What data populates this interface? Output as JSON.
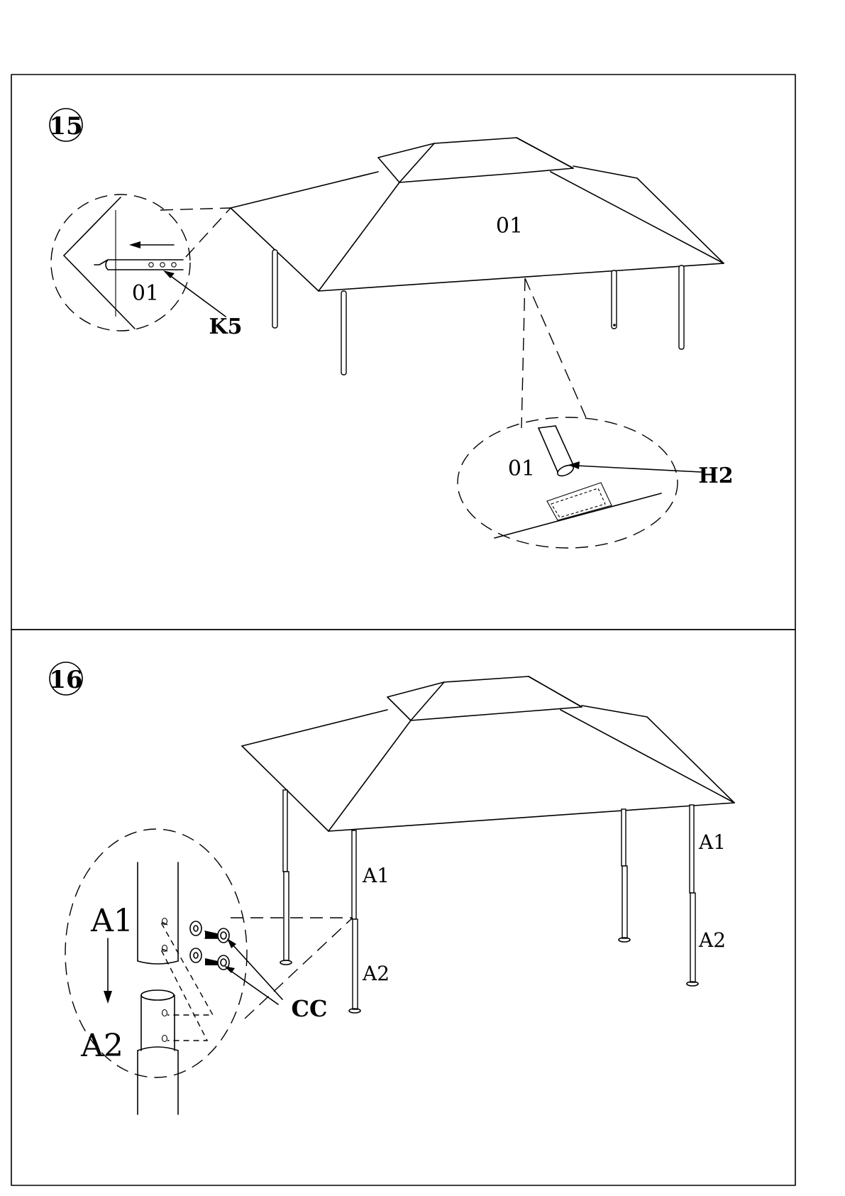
{
  "step15": {
    "number": "15",
    "canopy_label": "01",
    "detail_left_part": "01",
    "detail_left_callout": "K5",
    "detail_right_part": "01",
    "detail_right_callout": "H2"
  },
  "step16": {
    "number": "16",
    "pole_upper": "A1",
    "pole_lower": "A2",
    "pole_upper_right": "A1",
    "pole_lower_right": "A2",
    "detail_upper": "A1",
    "detail_lower": "A2",
    "screws_callout": "CC"
  }
}
